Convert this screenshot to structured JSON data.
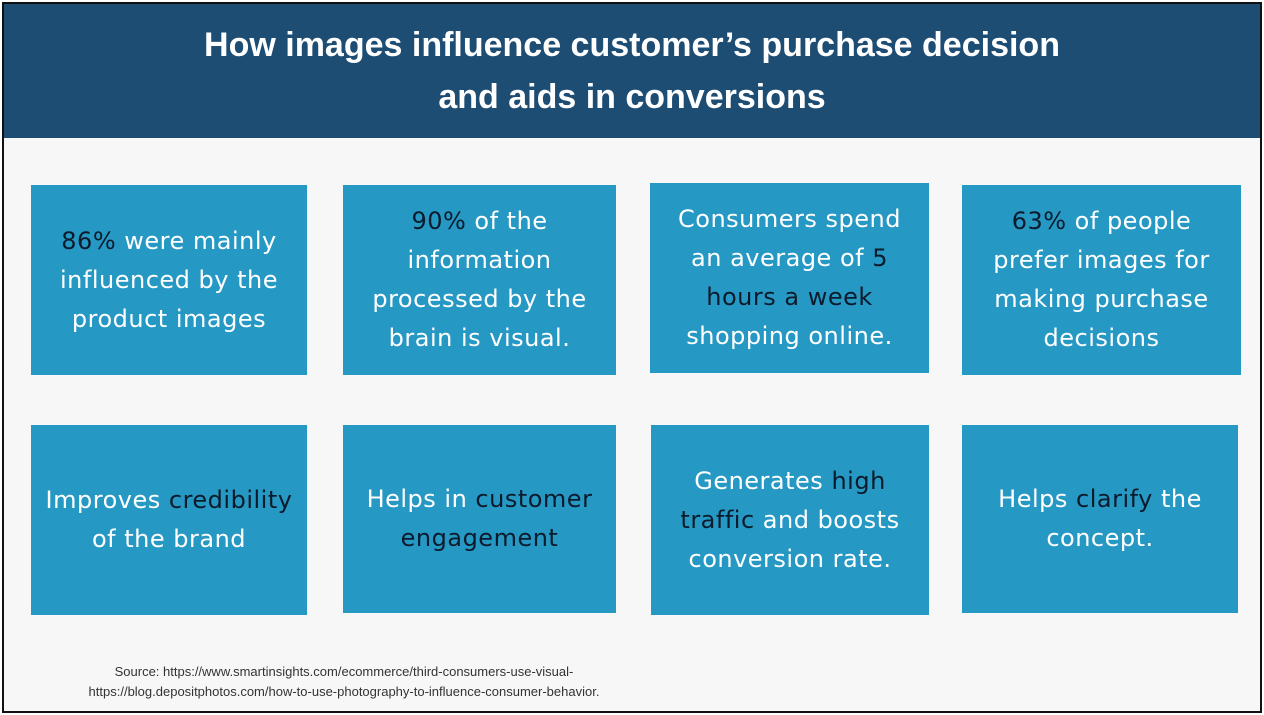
{
  "header": {
    "title_line1": "How images influence customer’s purchase decision",
    "title_line2": "and aids in conversions"
  },
  "cards": [
    {
      "hl": "86%",
      "text1": " were mainly influenced by the product images"
    },
    {
      "hl": "90%",
      "text1": " of the information processed by the brain is visual."
    },
    {
      "text1": "Consumers spend an average of ",
      "hl": "5 hours a week",
      "text2": " shopping online."
    },
    {
      "hl": "63%",
      "text1": " of people prefer images for making purchase decisions"
    },
    {
      "text1": "Improves ",
      "hl": "credibility",
      "text2": " of the brand"
    },
    {
      "text1": "Helps in ",
      "hl": "customer engagement"
    },
    {
      "text1": "Generates ",
      "hl": "high traffic",
      "text2": " and boosts conversion rate."
    },
    {
      "text1": "Helps ",
      "hl": "clarify",
      "text2": " the concept."
    }
  ],
  "source": {
    "line1": "Source: https://www.smartinsights.com/ecommerce/third-consumers-use-visual-",
    "line2": "https://blog.depositphotos.com/how-to-use-photography-to-influence-consumer-behavior."
  },
  "colors": {
    "header_bg": "#1e4d74",
    "card_bg": "#2698c4",
    "highlight_text": "#0b1b2b",
    "card_text": "#ffffff"
  }
}
